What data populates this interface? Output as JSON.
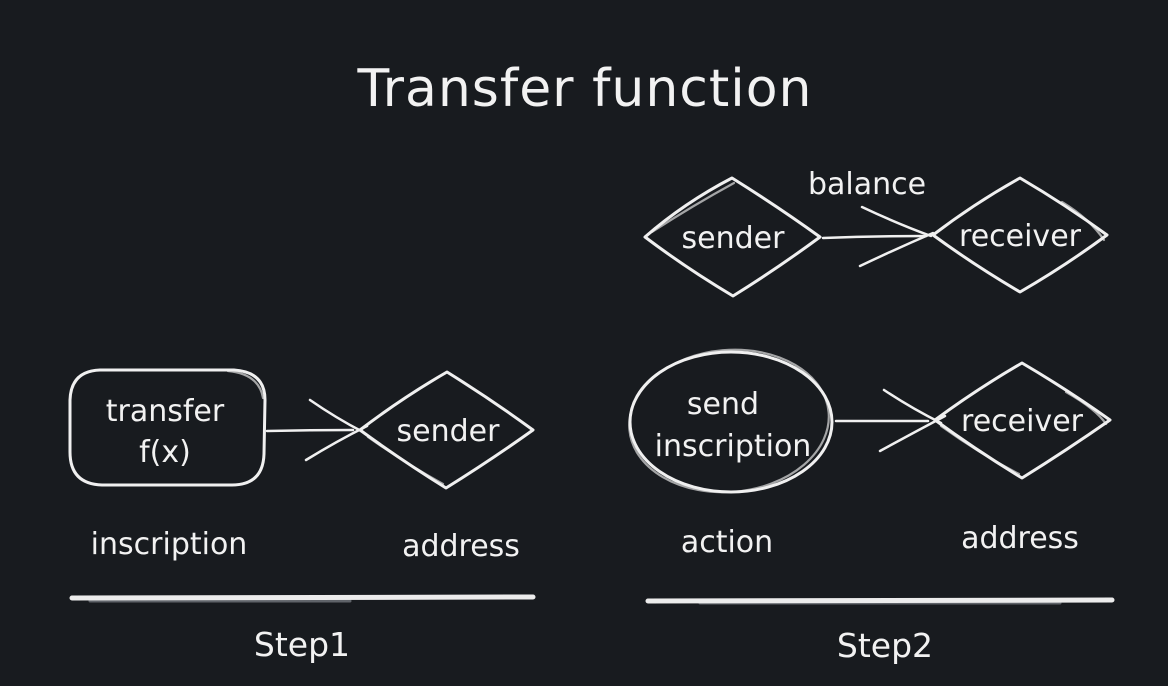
{
  "canvas": {
    "background": "#181b1f",
    "stroke_color": "#f0f0f0",
    "text_color": "#f2f2f2",
    "divider_color": "#ececec"
  },
  "title": "Transfer function",
  "balance_flow": {
    "sender_label": "sender",
    "arrow_label": "balance",
    "receiver_label": "receiver"
  },
  "step1": {
    "box_line1": "transfer",
    "box_line2": "f(x)",
    "diamond_label": "sender",
    "box_caption": "inscription",
    "diamond_caption": "address",
    "step_label": "Step1"
  },
  "step2": {
    "ellipse_line1": "send",
    "ellipse_line2": "inscription",
    "diamond_label": "receiver",
    "ellipse_caption": "action",
    "diamond_caption": "address",
    "step_label": "Step2"
  }
}
